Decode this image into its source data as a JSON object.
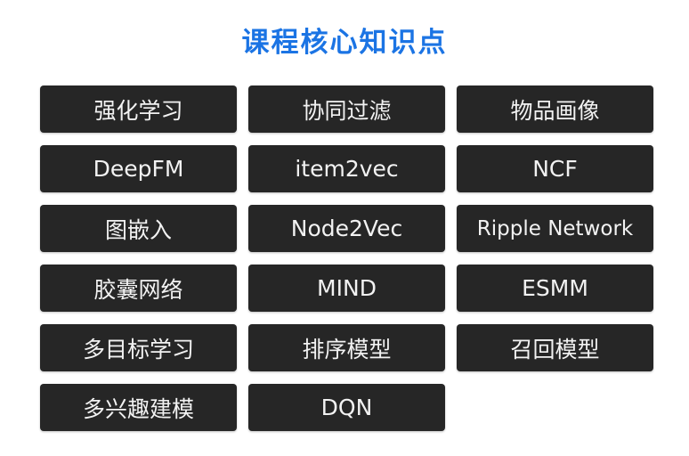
{
  "title": "课程核心知识点",
  "topics": [
    "强化学习",
    "协同过滤",
    "物品画像",
    "DeepFM",
    "item2vec",
    "NCF",
    "图嵌入",
    "Node2Vec",
    "Ripple Network",
    "胶囊网络",
    "MIND",
    "ESMM",
    "多目标学习",
    "排序模型",
    "召回模型",
    "多兴趣建模",
    "DQN"
  ],
  "colors": {
    "title": "#1b74e4",
    "tile_bg": "#262626",
    "tile_text": "#f2f2f2"
  }
}
